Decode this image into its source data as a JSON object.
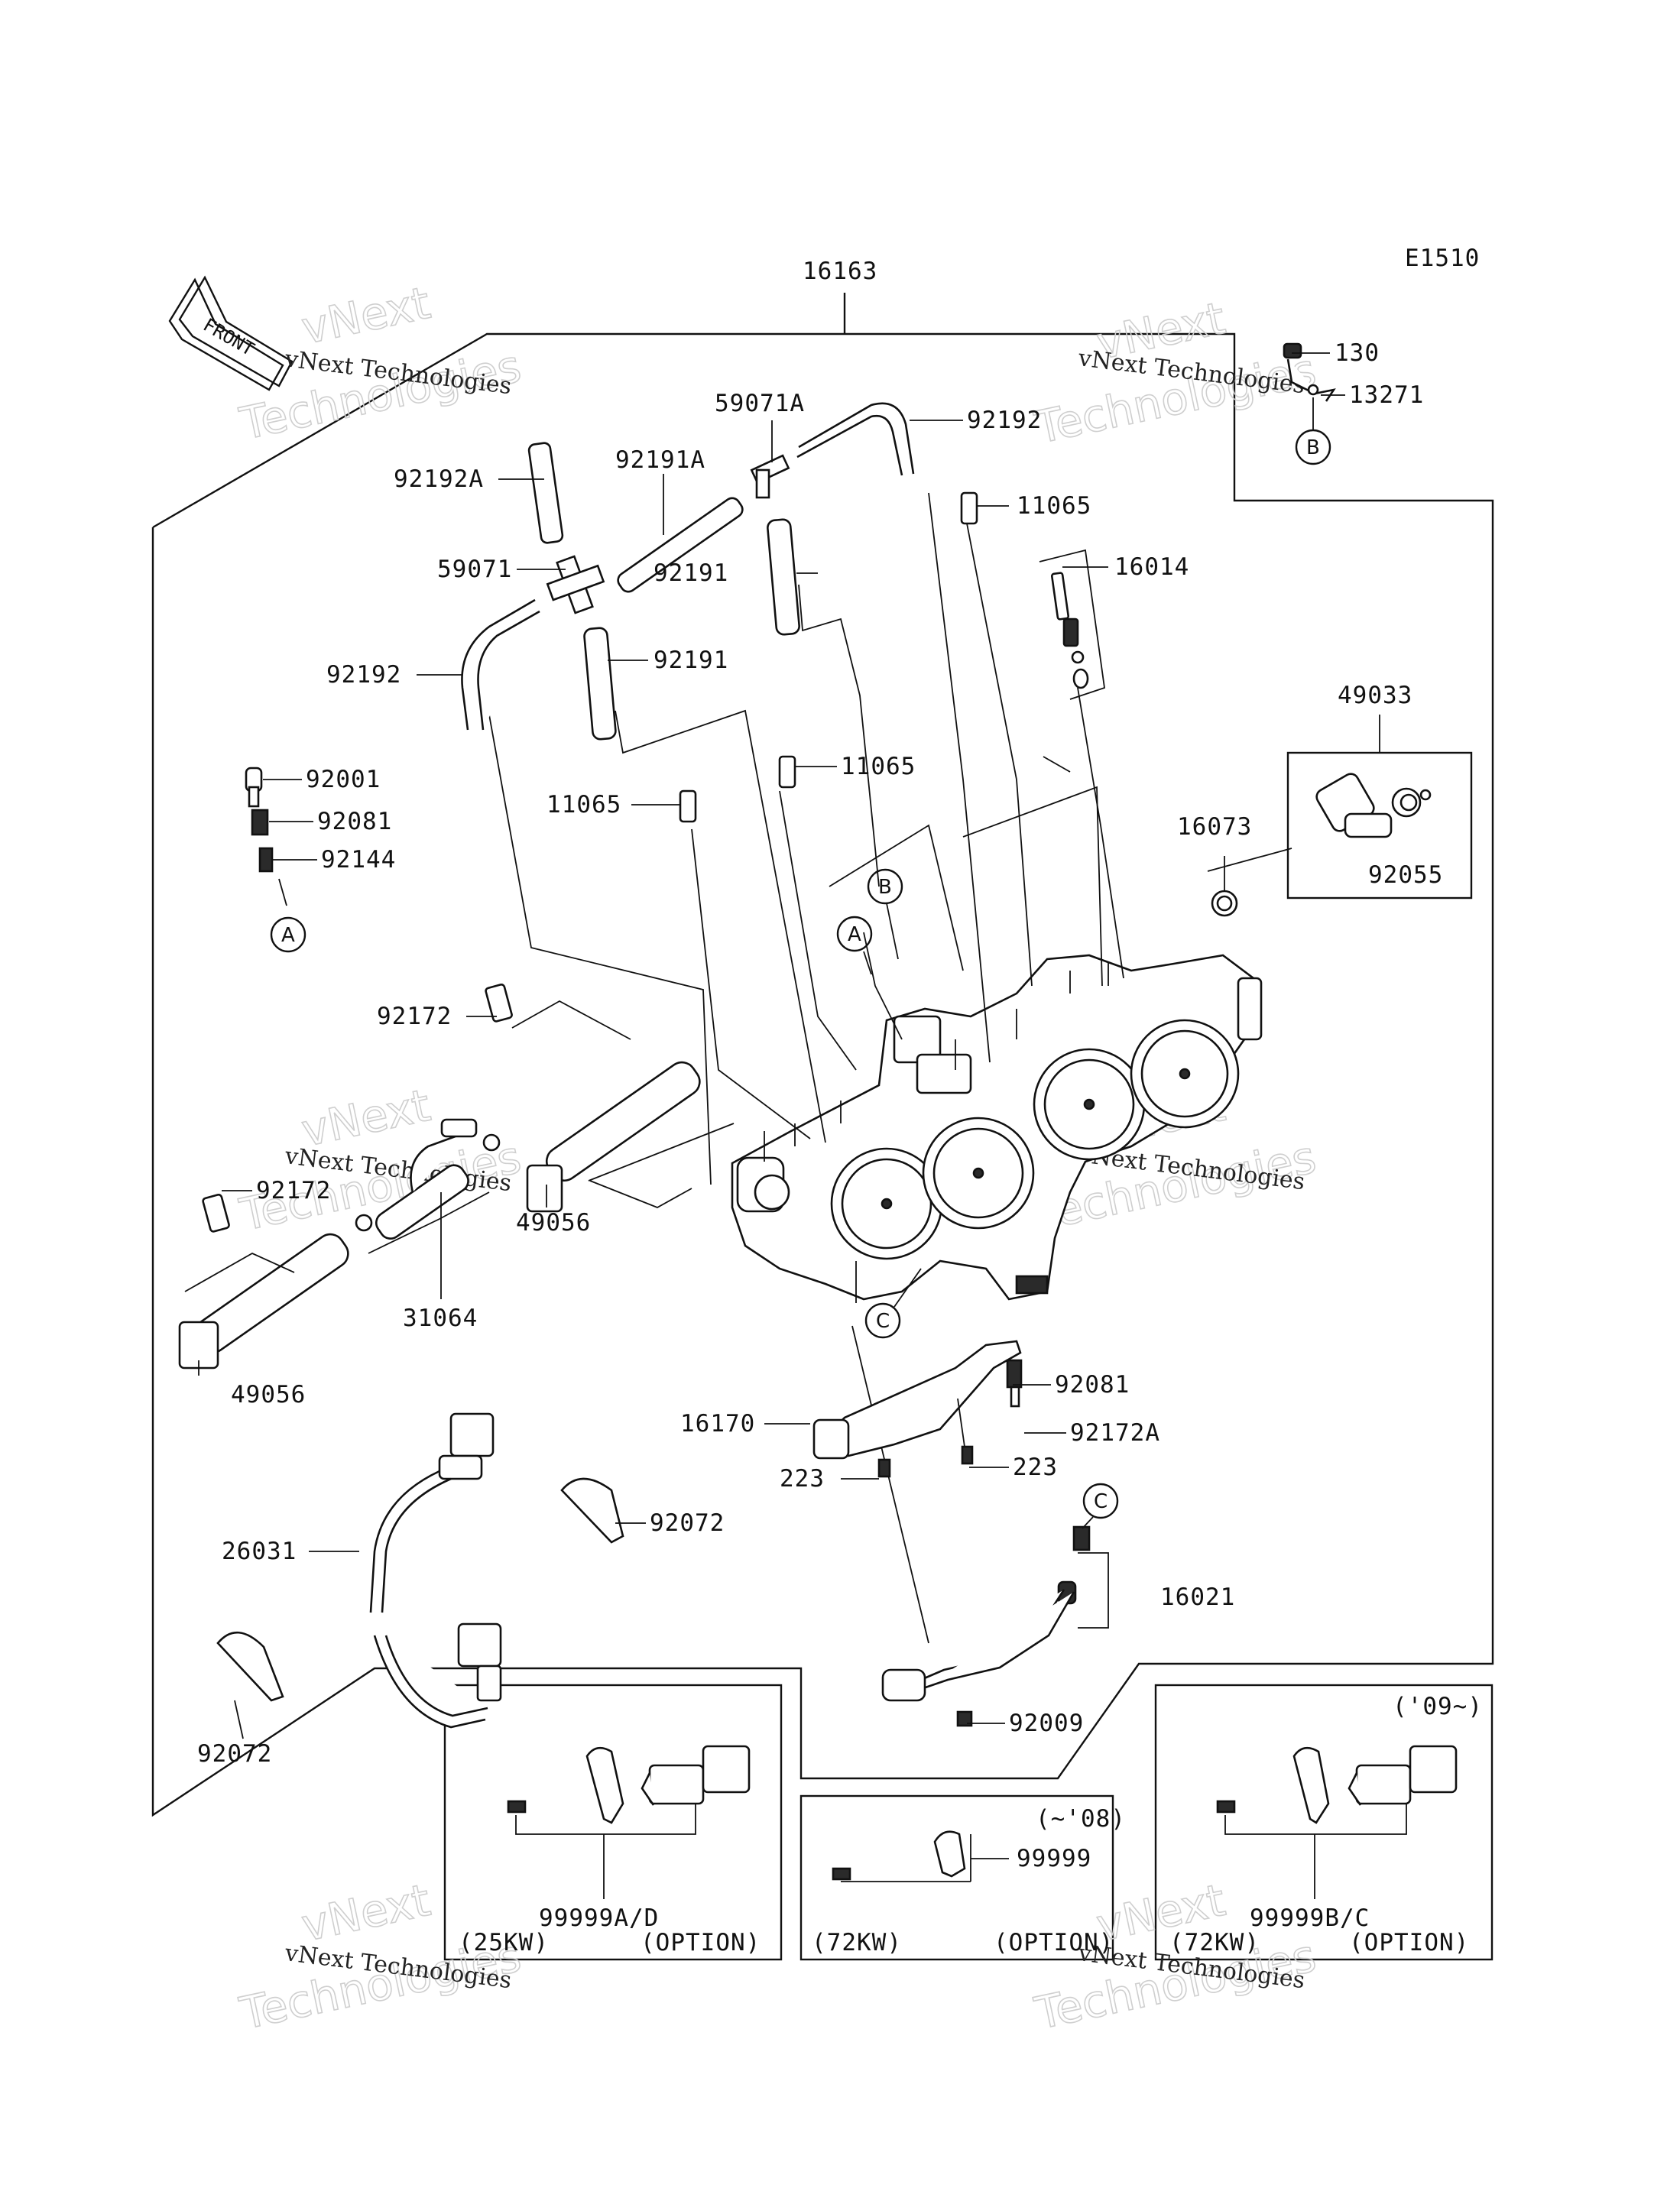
{
  "diagram": {
    "code": "E1510",
    "front_label": "FRONT",
    "watermark": {
      "line1": "vNext",
      "line2": "Technologies",
      "small": "vNext Technologies"
    },
    "parts": {
      "p16163": "16163",
      "p130": "130",
      "p13271": "13271",
      "p59071A": "59071A",
      "p92192_top": "92192",
      "p92192A": "92192A",
      "p92191A": "92191A",
      "p11065_top": "11065",
      "p59071": "59071",
      "p92191_mid": "92191",
      "p16014": "16014",
      "p92191_low": "92191",
      "p92192_left": "92192",
      "p49033": "49033",
      "p92001": "92001",
      "p11065_mid": "11065",
      "p92081_left": "92081",
      "p11065_left": "11065",
      "p16073": "16073",
      "p92144": "92144",
      "p92055": "92055",
      "p92172_top": "92172",
      "p92172_mid": "92172",
      "p49056_right": "49056",
      "p31064": "31064",
      "p49056_left": "49056",
      "p92081_right": "92081",
      "p16170": "16170",
      "p92172A": "92172A",
      "p223_right": "223",
      "p223_left": "223",
      "p92072_right": "92072",
      "p26031": "26031",
      "p16021": "16021",
      "p92009": "92009",
      "p92072_left": "92072",
      "p99999AD": "99999A/D",
      "p99999": "99999",
      "p99999BC": "99999B/C"
    },
    "callouts": {
      "A": "A",
      "B": "B",
      "C": "C"
    },
    "options": {
      "box1_left": "(25KW)",
      "box1_right": "(OPTION)",
      "box2_range": "(~'08)",
      "box2_left": "(72KW)",
      "box2_right": "(OPTION)",
      "box3_range": "('09~)",
      "box3_left": "(72KW)",
      "box3_right": "(OPTION)"
    }
  }
}
